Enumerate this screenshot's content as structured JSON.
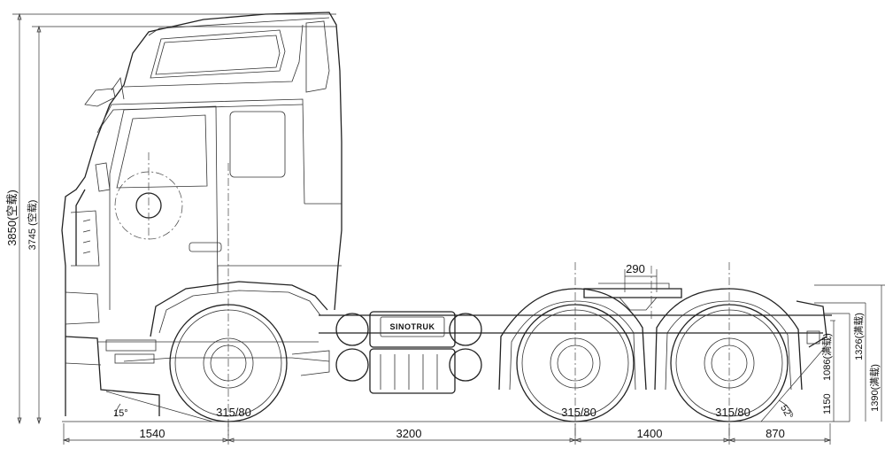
{
  "dimensions": {
    "front_overhang": "1540",
    "wheelbase_front": "3200",
    "wheelbase_rear": "1400",
    "rear_overhang": "870",
    "fifth_wheel_offset": "290",
    "height_overall_unladen": "3850(空载)",
    "height_cab_unladen": "3745 (空载)",
    "frame_height_a": "1150",
    "frame_height_b": "1086(满载)",
    "frame_height_c": "1326(满载)",
    "frame_height_d": "1390(满载)"
  },
  "tires": {
    "front": "315/80",
    "rear_1": "315/80",
    "rear_2": "315/80"
  },
  "angles": {
    "approach": "15°",
    "departure": "52°"
  },
  "branding": {
    "tank_label": "SINOTRUK"
  }
}
